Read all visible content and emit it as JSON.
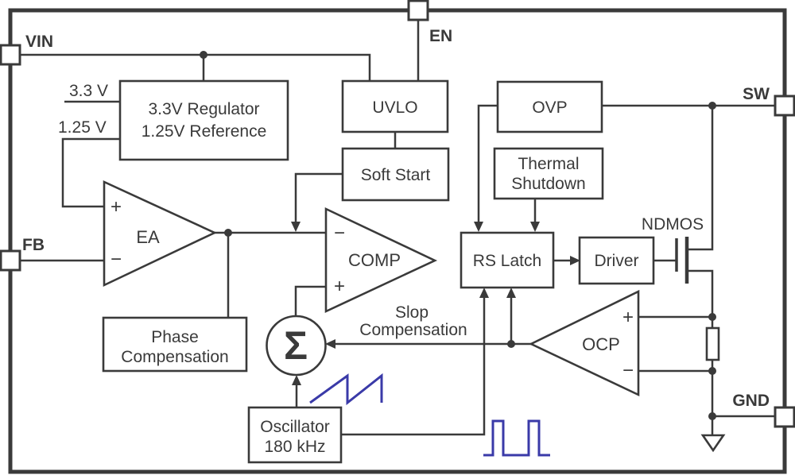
{
  "pins": {
    "vin": "VIN",
    "en": "EN",
    "fb": "FB",
    "sw": "SW",
    "gnd": "GND"
  },
  "blocks": {
    "regulator_line1": "3.3V Regulator",
    "regulator_line2": "1.25V Reference",
    "uvlo": "UVLO",
    "soft_start": "Soft Start",
    "ovp": "OVP",
    "thermal_line1": "Thermal",
    "thermal_line2": "Shutdown",
    "rs_latch": "RS Latch",
    "driver": "Driver",
    "phase_line1": "Phase",
    "phase_line2": "Compensation",
    "oscillator_line1": "Oscillator",
    "oscillator_line2": "180 kHz"
  },
  "amplifiers": {
    "error_amp": "EA",
    "pwm_comparator": "COMP",
    "overcurrent_comparator": "OCP"
  },
  "labels": {
    "rail_3v3": "3.3 V",
    "rail_1v25": "1.25 V",
    "slope_comp_line1": "Slop",
    "slope_comp_line2": "Compensation",
    "ndmos": "NDMOS",
    "summing_node": "Σ",
    "plus": "+",
    "minus": "−"
  },
  "colors": {
    "line": "#3a3a3a",
    "waveform_blue": "#3a3aa8",
    "background": "#ffffff"
  }
}
